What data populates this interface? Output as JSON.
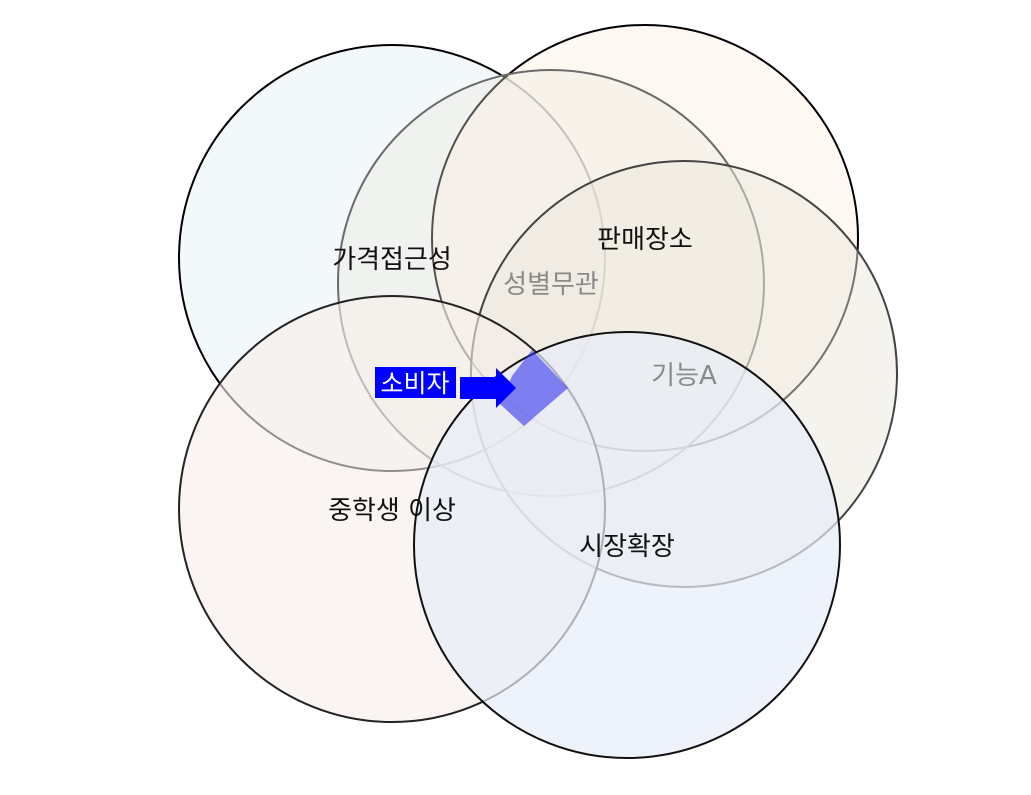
{
  "diagram": {
    "type": "venn",
    "sets": [
      {
        "label": "가격접근성",
        "fill": "#eef5f9"
      },
      {
        "label": "판매장소",
        "fill": "#fdf5ec"
      },
      {
        "label": "성별무관",
        "fill": "#ece7dc"
      },
      {
        "label": "기능A",
        "fill": "#ece8dc"
      },
      {
        "label": "중학생 이상",
        "fill": "#f6eeea"
      },
      {
        "label": "시장확장",
        "fill": "#e7edf8"
      }
    ],
    "highlight": {
      "label": "소비자",
      "label_bg": "#0000ff",
      "arrow_color": "#0000ff",
      "region_color": "#3333ee"
    }
  }
}
